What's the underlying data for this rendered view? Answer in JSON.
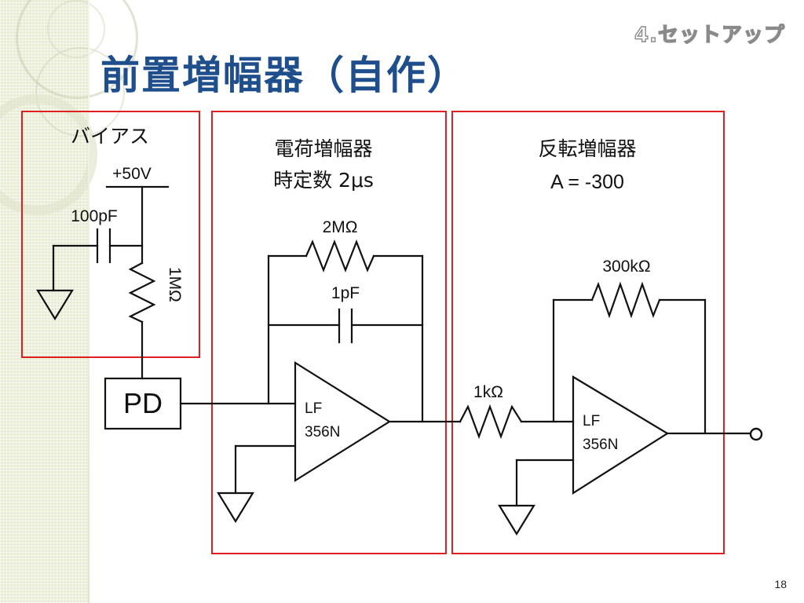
{
  "header": {
    "section_label": "4.セットアップ",
    "title": "前置増幅器（自作）"
  },
  "footer": {
    "page_number": "18"
  },
  "panels": {
    "bias": {
      "label": "バイアス"
    },
    "charge_amp": {
      "label_line1": "電荷増幅器",
      "label_line2": "時定数  2μs"
    },
    "inverting_amp": {
      "label_line1": "反転増幅器",
      "label_line2": "A = -300"
    }
  },
  "components": {
    "supply_voltage": "+50V",
    "bias_capacitor": "100pF",
    "bias_resistor": "1MΩ",
    "photodiode": "PD",
    "feedback_resistor": "2MΩ",
    "feedback_capacitor": "1pF",
    "opamp1_line1": "LF",
    "opamp1_line2": "356N",
    "input_resistor": "1kΩ",
    "gain_resistor": "300kΩ",
    "opamp2_line1": "LF",
    "opamp2_line2": "356N"
  },
  "colors": {
    "title": "#1f4e8c",
    "panel_border": "#e02020",
    "wire": "#111111",
    "sidebar": "#e8ecd4"
  }
}
